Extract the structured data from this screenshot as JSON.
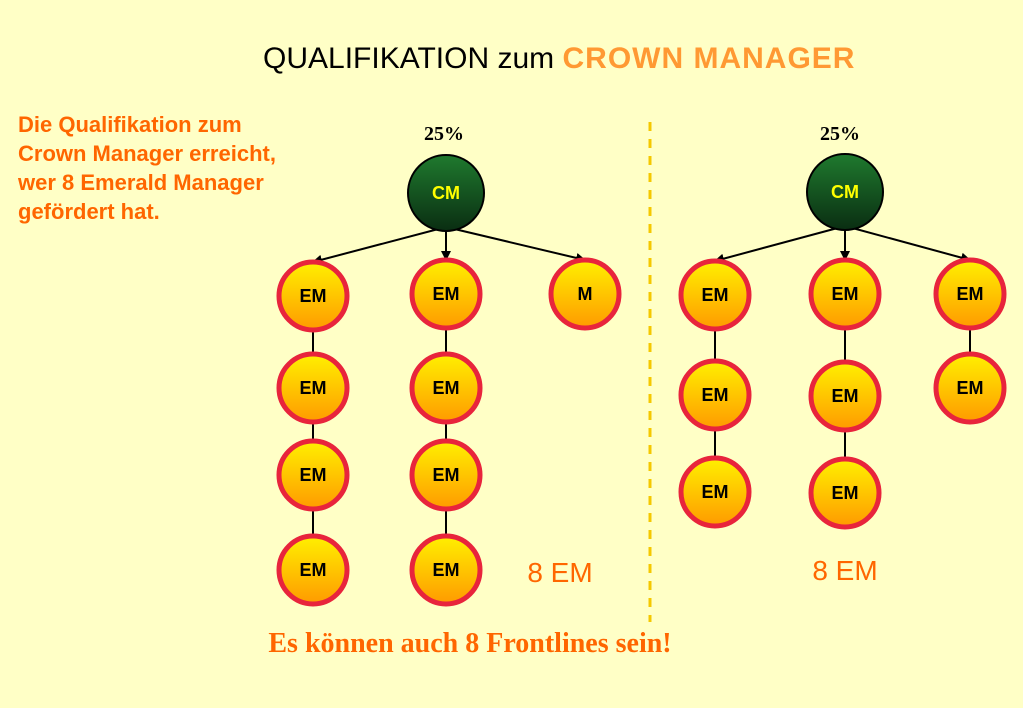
{
  "title": {
    "prefix": "QUALIFIKATION zum ",
    "highlight": "CROWN MANAGER"
  },
  "intro": "Die Qualifikation zum Crown Manager erreicht, wer 8 Emerald Manager gefördert hat.",
  "note": "Es können auch 8 Frontlines sein!",
  "colors": {
    "background": "#FFFFC6",
    "accent": "#FF6600",
    "title_accent": "#FF9933",
    "root_top": "#1F7A2E",
    "root_bottom": "#0A2E12",
    "node_top": "#FFF000",
    "node_bottom": "#FF9A00",
    "node_ring": "#E8243C",
    "divider": "#F5C800"
  },
  "icons": {
    "arrow": "arrow-head-icon"
  },
  "trees": [
    {
      "percent": "25%",
      "root": "CM",
      "count_label": "8 EM",
      "branches": [
        [
          "EM",
          "EM",
          "EM",
          "EM"
        ],
        [
          "EM",
          "EM",
          "EM",
          "EM"
        ],
        [
          "M"
        ]
      ]
    },
    {
      "percent": "25%",
      "root": "CM",
      "count_label": "8 EM",
      "branches": [
        [
          "EM",
          "EM",
          "EM"
        ],
        [
          "EM",
          "EM",
          "EM"
        ],
        [
          "EM",
          "EM"
        ]
      ]
    }
  ]
}
